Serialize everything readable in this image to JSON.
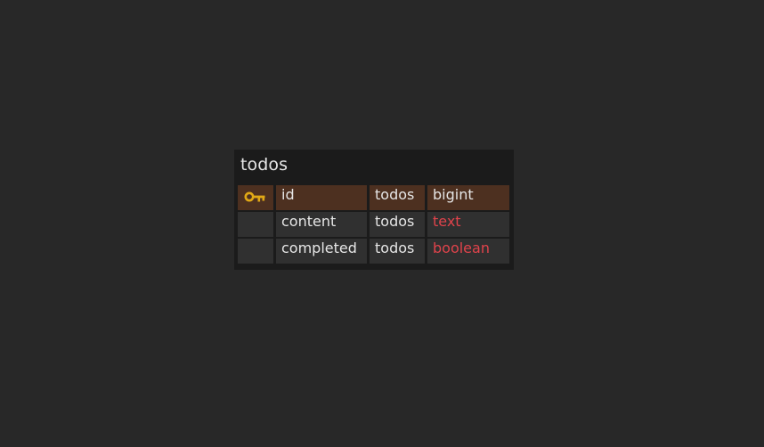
{
  "colors": {
    "background": "#282828",
    "card_background": "#1b1b1b",
    "row_background": "#303030",
    "primary_key_row_background": "#4d3020",
    "key_icon": "#e0a816",
    "type_default": "#e6e6e6",
    "type_highlight": "#e0434b"
  },
  "table": {
    "title": "todos",
    "columns": [
      {
        "name": "id",
        "owner": "todos",
        "type": "bigint",
        "primary_key": true,
        "type_color": "#e6e6e6",
        "icon": "key-icon"
      },
      {
        "name": "content",
        "owner": "todos",
        "type": "text",
        "primary_key": false,
        "type_color": "#e0434b"
      },
      {
        "name": "completed",
        "owner": "todos",
        "type": "boolean",
        "primary_key": false,
        "type_color": "#e0434b"
      }
    ]
  }
}
